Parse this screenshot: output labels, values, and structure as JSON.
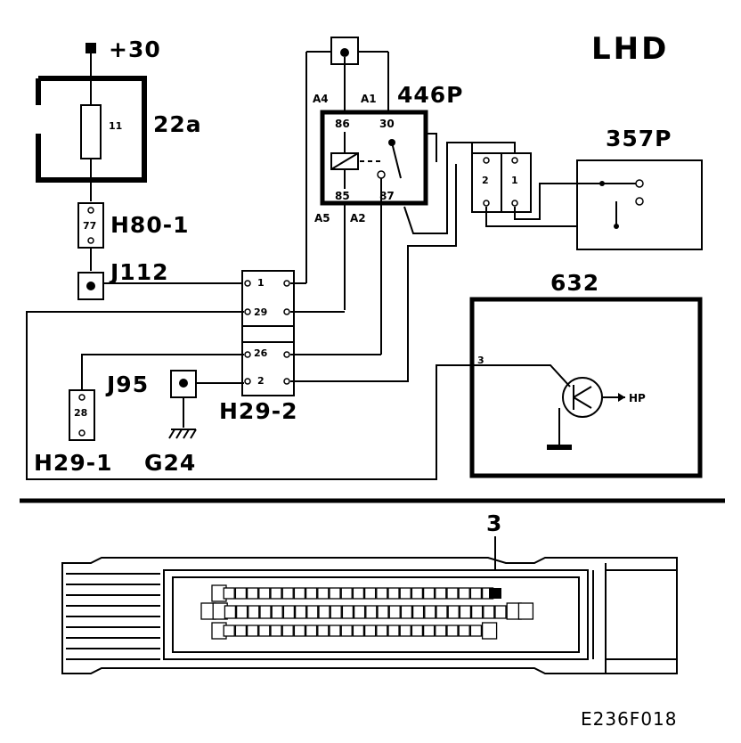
{
  "labels": {
    "region": "LHD",
    "supply": "+30",
    "fuse_pin": "11",
    "fuse_id": "22a",
    "relay_id": "446P",
    "relay_pin_a4": "A4",
    "relay_pin_a1": "A1",
    "relay_pin_86": "86",
    "relay_pin_30": "30",
    "relay_pin_85": "85",
    "relay_pin_87": "87",
    "relay_pin_a5": "A5",
    "relay_pin_a2": "A2",
    "pump_id": "357P",
    "pump_pin_2": "2",
    "pump_pin_1": "1",
    "h80_pin": "77",
    "h80_id": "H80-1",
    "j112_id": "J112",
    "h292_pin_1": "1",
    "h292_pin_29": "29",
    "h292_pin_26": "26",
    "h292_pin_2": "2",
    "h292_id": "H29-2",
    "j95_id": "J95",
    "h291_pin": "28",
    "h291_id": "H29-1",
    "ground_id": "G24",
    "ecu_id": "632",
    "ecu_pin": "3",
    "ecu_signal": "HP",
    "connector_pin": "3",
    "figure_code": "E236F018"
  },
  "colors": {
    "line": "#000000",
    "background": "#ffffff"
  }
}
